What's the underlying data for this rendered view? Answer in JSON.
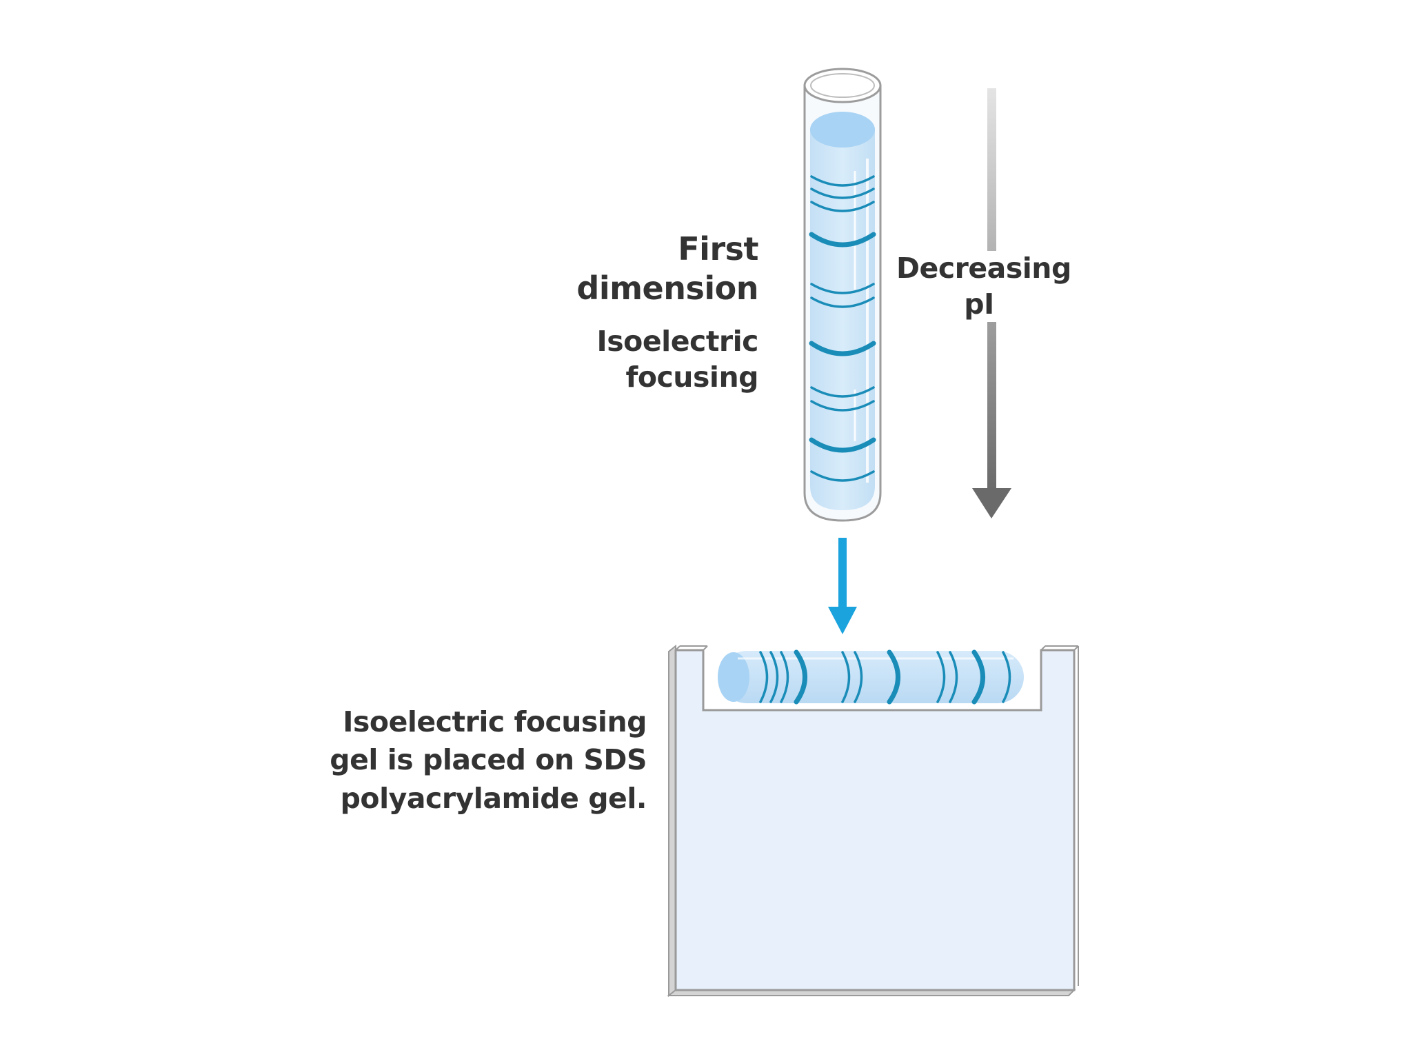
{
  "labels": {
    "first_dimension": [
      "First",
      "dimension"
    ],
    "isoelectric_focusing": [
      "Isoelectric",
      "focusing"
    ],
    "decreasing_pi": [
      "Decreasing",
      "pI"
    ],
    "gel_caption": [
      "Isoelectric focusing",
      "gel is placed on SDS",
      "polyacrylamide gel."
    ]
  },
  "colors": {
    "text": "#333333",
    "tube_fill": "#cfe6f8",
    "tube_top_fill": "#a9d4f5",
    "band": "#1a8cb8",
    "transfer_arrow": "#1aa3dd",
    "gradient_arrow_light": "#e0e0e0",
    "gradient_arrow_dark": "#6d6d6d",
    "slab_fill": "#e8f0fb",
    "slab_outline": "#9a9a9a"
  },
  "icons": [
    "glass-tube-icon",
    "down-arrow-icon",
    "gel-slab-icon"
  ]
}
